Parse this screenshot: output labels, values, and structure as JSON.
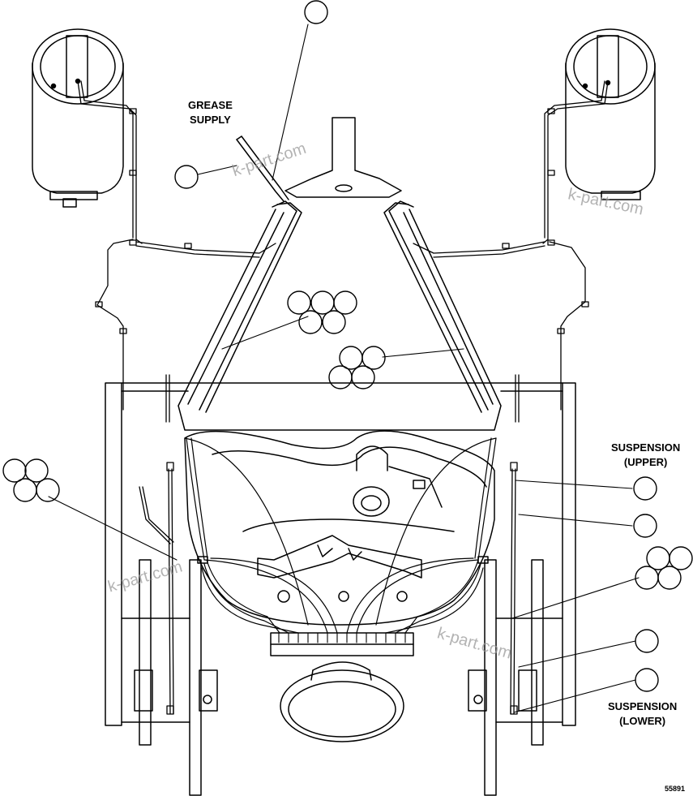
{
  "labels": {
    "grease_supply": [
      "GREASE",
      "SUPPLY"
    ],
    "suspension_upper": [
      "SUSPENSION",
      "(UPPER)"
    ],
    "suspension_lower": [
      "SUSPENSION",
      "(LOWER)"
    ]
  },
  "watermark": "k-part.com",
  "figure_number": "55891",
  "colors": {
    "line": "#000000",
    "background": "#ffffff",
    "watermark": "#9a9a9a"
  }
}
